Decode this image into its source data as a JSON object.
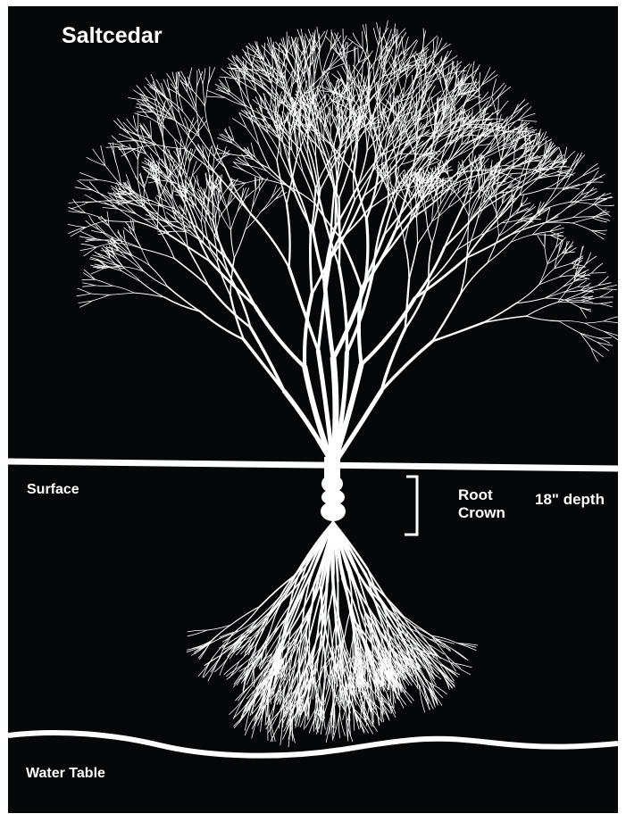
{
  "diagram": {
    "title": "Saltcedar",
    "labels": {
      "surface": "Surface",
      "root_crown": "Root Crown",
      "depth": "18\" depth",
      "water_table": "Water Table"
    }
  },
  "colors": {
    "background": "#050708",
    "foreground": "#ffffff",
    "page_border": "#ffffff"
  }
}
